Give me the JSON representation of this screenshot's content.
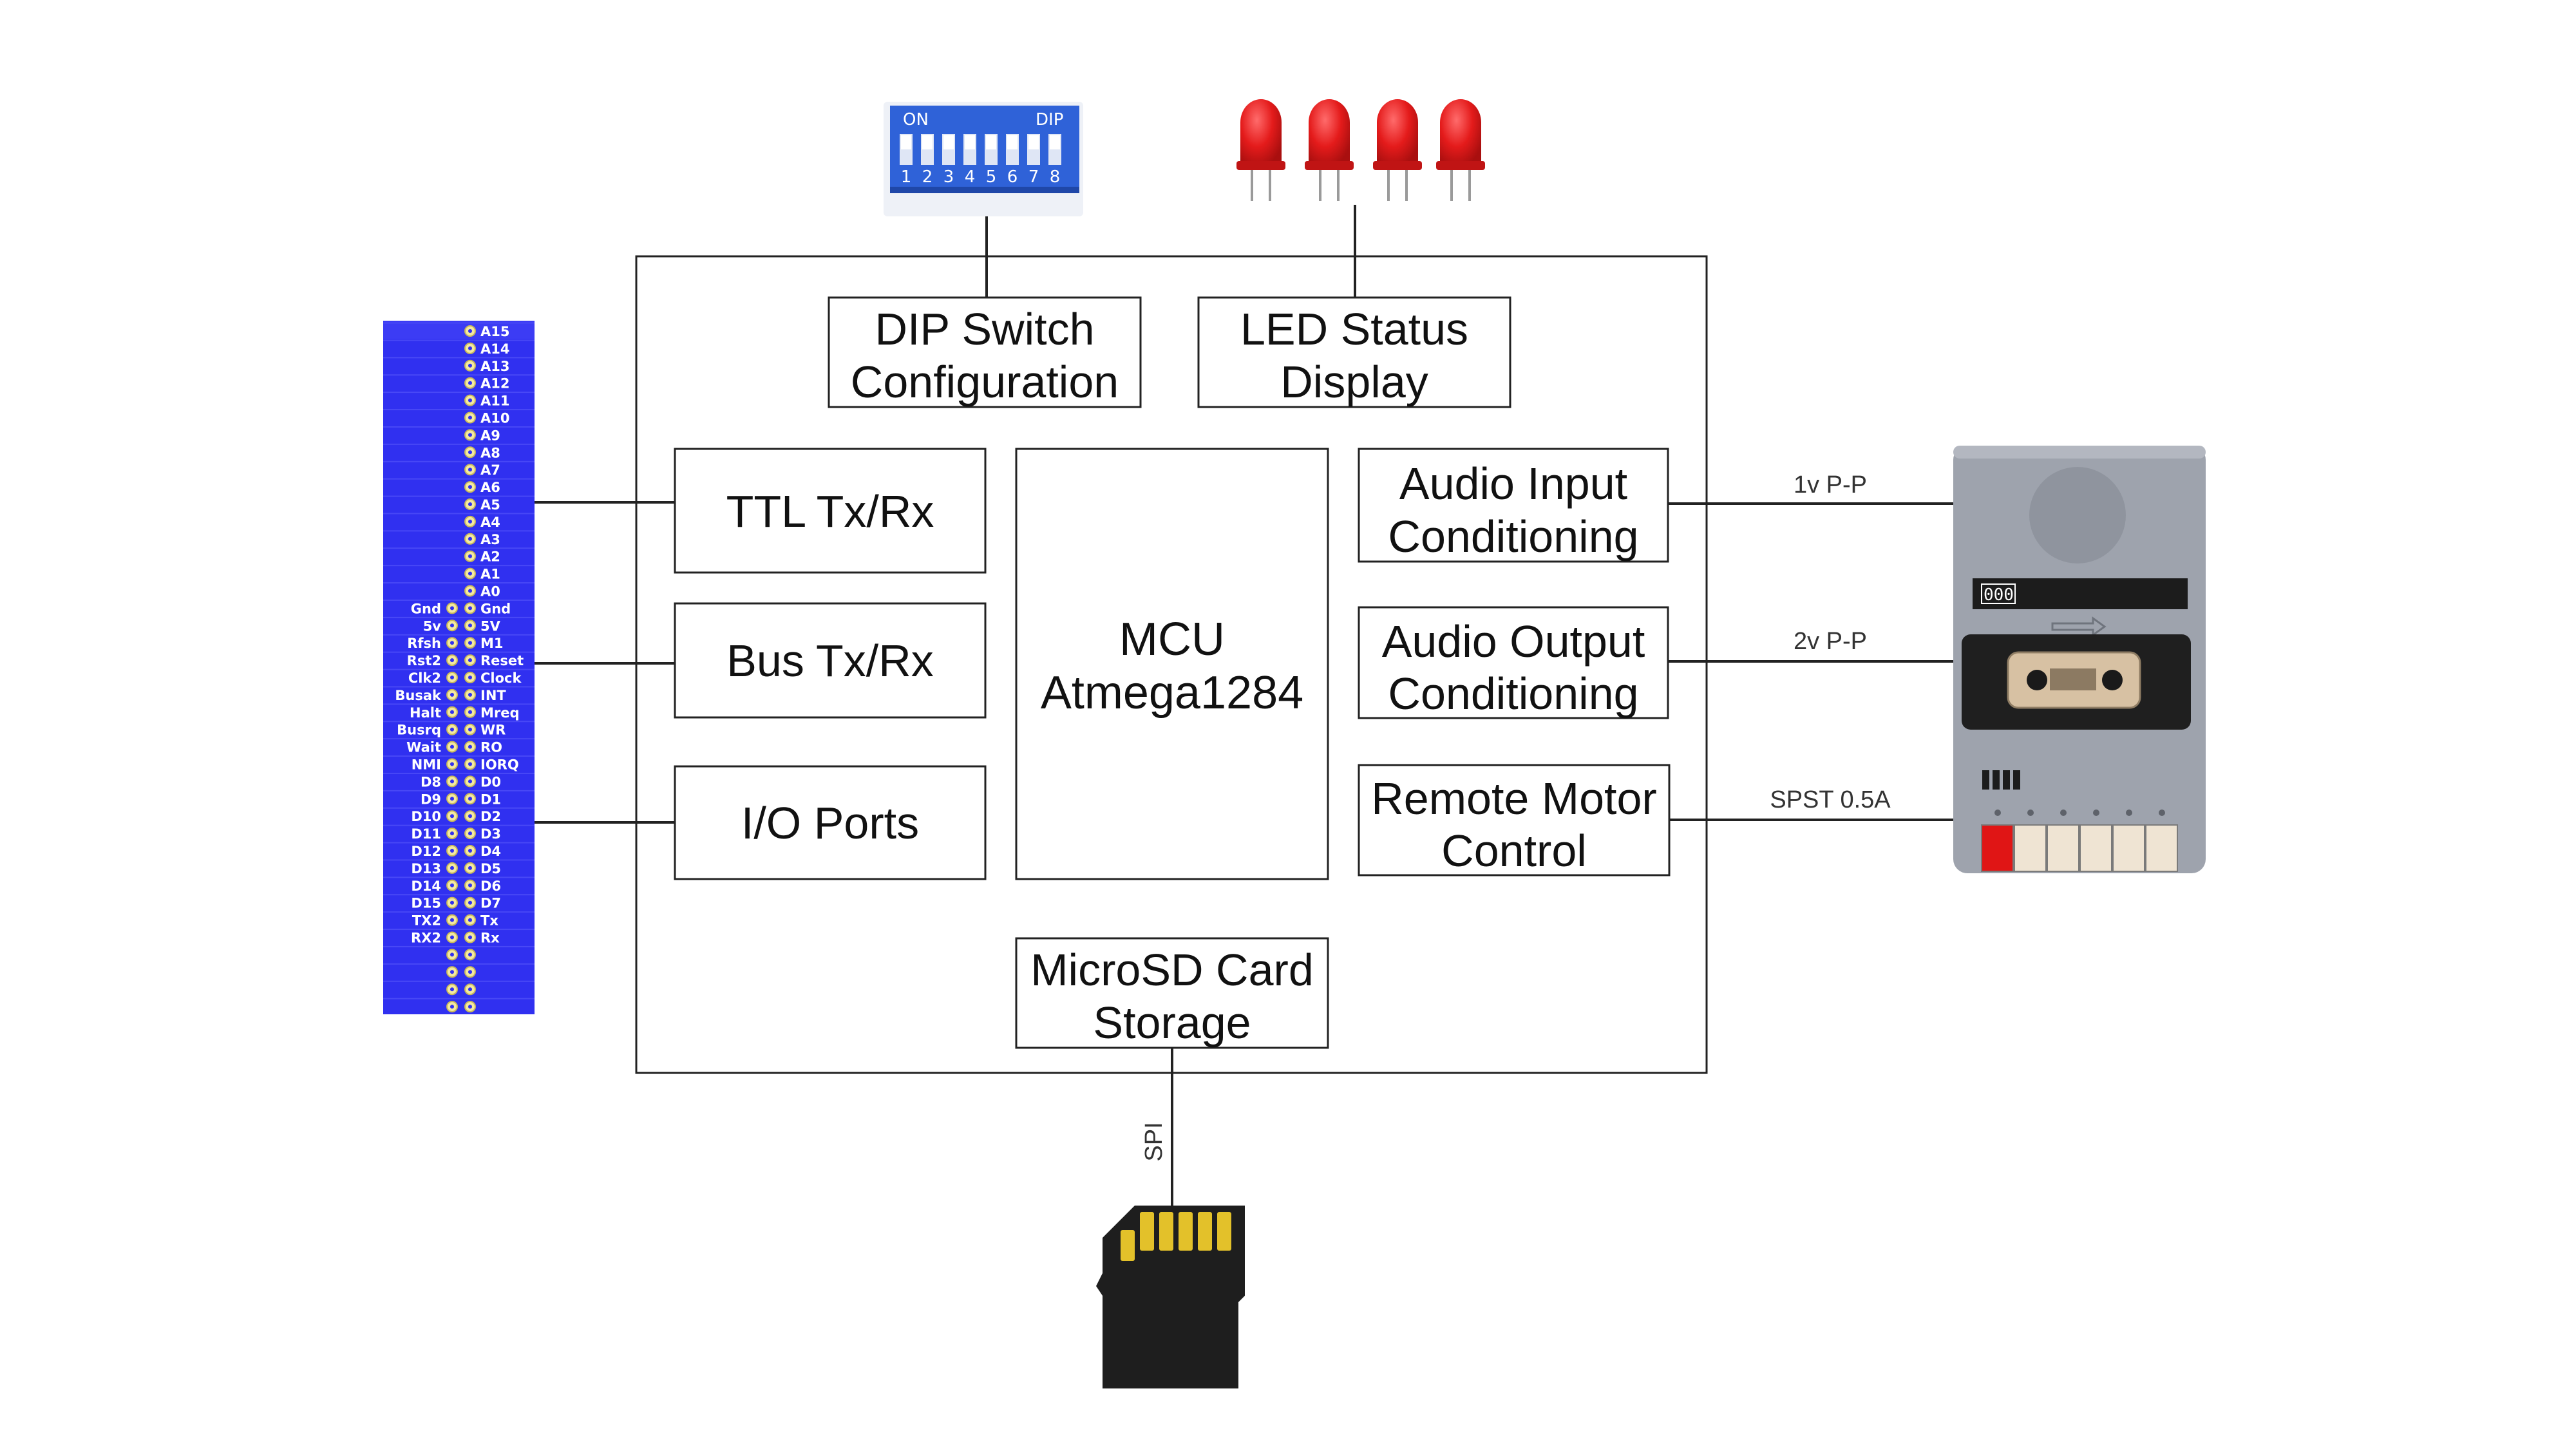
{
  "blocks": {
    "dip": [
      "DIP Switch",
      "Configuration"
    ],
    "led": [
      "LED Status",
      "Display"
    ],
    "ttl": [
      "TTL Tx/Rx"
    ],
    "bus": [
      "Bus Tx/Rx"
    ],
    "io": [
      "I/O Ports"
    ],
    "mcu": [
      "MCU",
      "Atmega1284"
    ],
    "audio_in": [
      "Audio Input",
      "Conditioning"
    ],
    "audio_out": [
      "Audio Output",
      "Conditioning"
    ],
    "remote": [
      "Remote Motor",
      "Control"
    ],
    "sd": [
      "MicroSD Card",
      "Storage"
    ]
  },
  "edge_labels": {
    "audio_in": "1v P-P",
    "audio_out": "2v P-P",
    "remote": "SPST 0.5A",
    "sd": "SPI"
  },
  "dip_switch": {
    "on_label": "ON",
    "dip_label": "DIP",
    "numbers": [
      "1",
      "2",
      "3",
      "4",
      "5",
      "6",
      "7",
      "8"
    ]
  },
  "connector": {
    "right_pins": [
      "A15",
      "A14",
      "A13",
      "A12",
      "A11",
      "A10",
      "A9",
      "A8",
      "A7",
      "A6",
      "A5",
      "A4",
      "A3",
      "A2",
      "A1",
      "A0",
      "Gnd",
      "5V",
      "M1",
      "Reset",
      "Clock",
      "INT",
      "Mreq",
      "WR",
      "RO",
      "IORQ",
      "D0",
      "D1",
      "D2",
      "D3",
      "D4",
      "D5",
      "D6",
      "D7",
      "Tx",
      "Rx"
    ],
    "left_pins": [
      "Gnd",
      "5v",
      "Rfsh",
      "Rst2",
      "Clk2",
      "Busak",
      "Halt",
      "Busrq",
      "Wait",
      "NMI",
      "D8",
      "D9",
      "D10",
      "D11",
      "D12",
      "D13",
      "D14",
      "D15",
      "TX2",
      "RX2"
    ]
  },
  "cassette": {
    "counter": "000",
    "button_icons": [
      "record-icon",
      "stop-icon",
      "rewind-icon",
      "fast-forward-icon",
      "eject-icon",
      "pause-icon"
    ]
  },
  "colors": {
    "connector_blue": "#3030f0",
    "dip_blue": "#2f62d8",
    "led_red": "#e41b1b",
    "cassette_gray": "#9ea3ad",
    "record_red": "#e01515",
    "sd_card": "#1e1e1e",
    "sd_contacts": "#e3c12a"
  }
}
